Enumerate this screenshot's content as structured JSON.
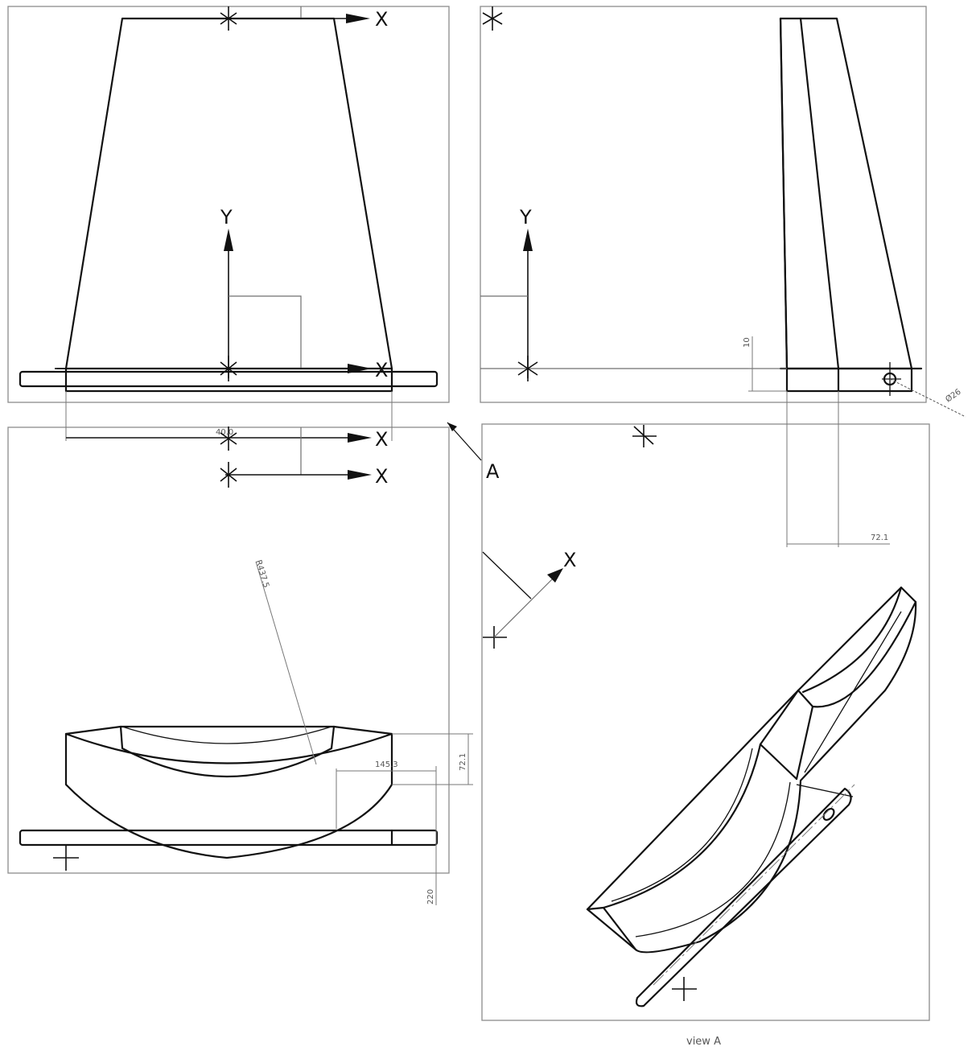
{
  "axis_labels": {
    "x": "X",
    "y": "Y"
  },
  "view_marker": "A",
  "view_caption": "view A",
  "dimensions": {
    "height_small": "10",
    "thickness": "72.1",
    "diameter_small": "Ø26",
    "radius_large": "R437.5",
    "width_mid": "145.3",
    "depth_right": "72.1",
    "offset_vertical": "220",
    "top_width_partial": "40.0"
  }
}
